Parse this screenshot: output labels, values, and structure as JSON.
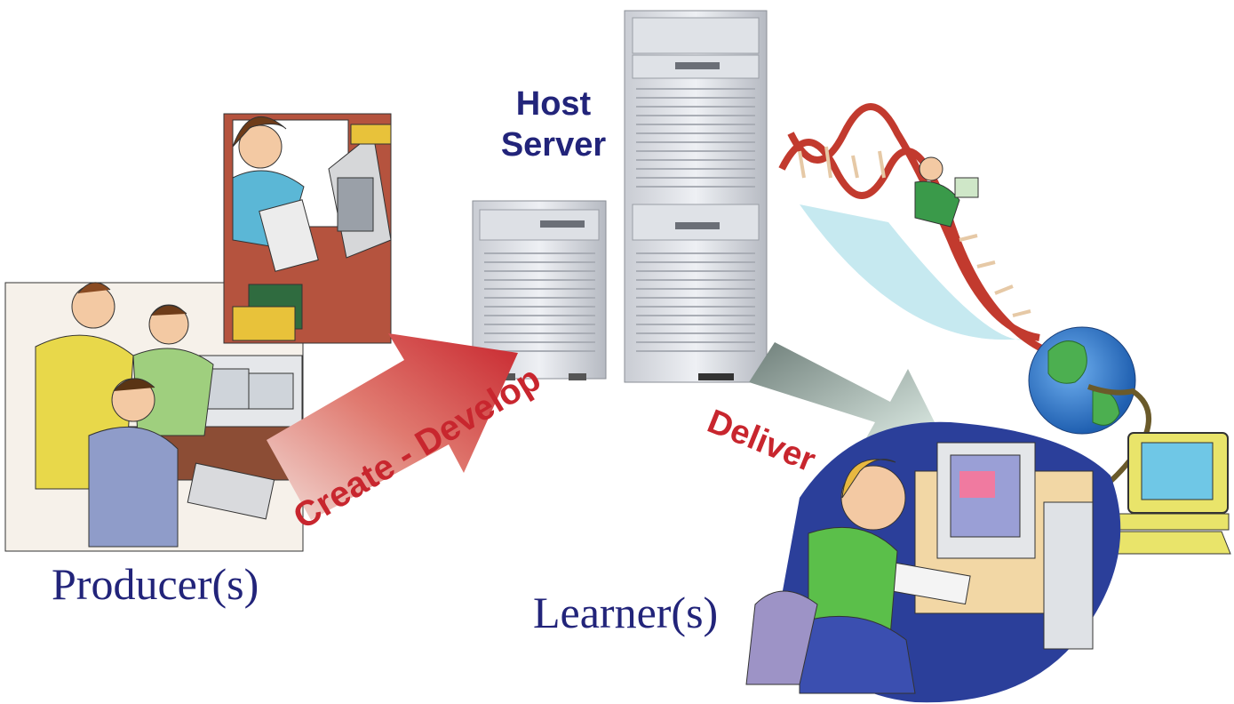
{
  "labels": {
    "host_line1": "Host",
    "host_line2": "Server",
    "producers": "Producer(s)",
    "learners": "Learner(s)"
  },
  "arrows": {
    "create_develop": "Create - Develop",
    "deliver": "Deliver"
  },
  "colors": {
    "label_text": "#22247a",
    "arrow_text": "#c8262e",
    "create_arrow": "#d9393d",
    "deliver_arrow": "#8aa39a"
  },
  "icons": [
    "producers-team-illustration",
    "server-rack-icon",
    "learner-computer-illustration",
    "globe-icon",
    "dna-helix-icon",
    "monitor-icon"
  ]
}
